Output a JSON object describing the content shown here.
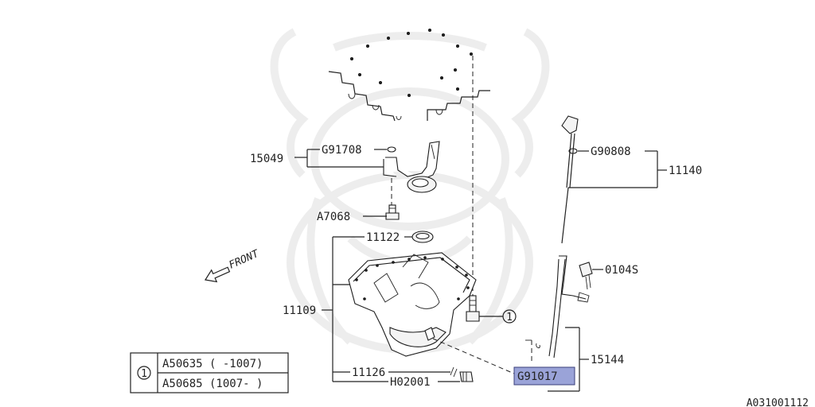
{
  "parts": {
    "p15049": "15049",
    "g91708": "G91708",
    "a7068": "A7068",
    "p11122": "11122",
    "p11109": "11109",
    "p11126": "11126",
    "h02001": "H02001",
    "g90808": "G90808",
    "p11140": "11140",
    "p0104s": "0104S",
    "p15144": "15144",
    "g91017": "G91017"
  },
  "front_label": "FRONT",
  "callout_number": "1",
  "legend": {
    "marker": "1",
    "rows": [
      "A50635 ( -1007)",
      "A50685 (1007- )"
    ]
  },
  "diagram_code": "A031001112",
  "colors": {
    "highlight": "#9aa3d8",
    "line": "#222222"
  }
}
